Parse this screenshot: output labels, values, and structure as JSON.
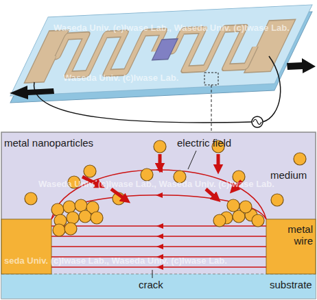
{
  "diagram": {
    "labels": [
      "metal nanoparticles",
      "electric field",
      "medium",
      "metal wire",
      "crack",
      "substrate",
      "Waseda Univ. (c)Iwase Lab., Waseda Univ. (c)Iwase Lab.",
      "Waseda Univ. (c)Iwase Lab.",
      "Waseda Univ. (c)Iwase Lab., Waseda Univ. (c)Iwase Lab.",
      "seda Univ. (c)Iwase Lab., Waseda Univ. (c)Iwase Lab."
    ]
  }
}
